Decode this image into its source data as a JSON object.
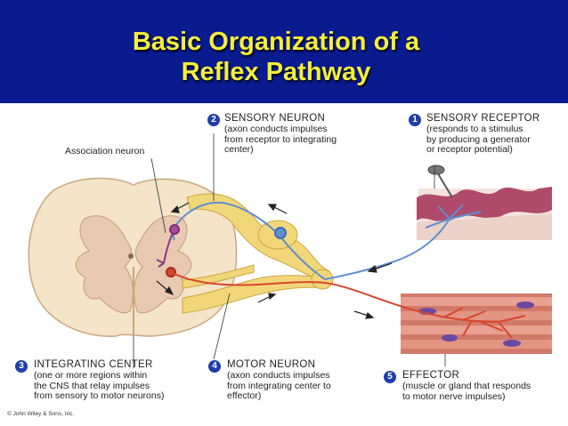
{
  "title": {
    "line1": "Basic Organization of a",
    "line2": "Reflex Pathway"
  },
  "labels": {
    "association": "Association neuron",
    "sensory_neuron": {
      "num": "2",
      "heading": "SENSORY NEURON",
      "lines": [
        "(axon conducts impulses",
        "from receptor to integrating",
        "center)"
      ]
    },
    "sensory_receptor": {
      "num": "1",
      "heading": "SENSORY RECEPTOR",
      "lines": [
        "(responds to a stimulus",
        "by producing a generator",
        "or receptor potential)"
      ]
    },
    "integrating_center": {
      "num": "3",
      "heading": "INTEGRATING CENTER",
      "lines": [
        "(one or more regions within",
        "the CNS that relay impulses",
        "from sensory to motor neurons)"
      ]
    },
    "motor_neuron": {
      "num": "4",
      "heading": "MOTOR NEURON",
      "lines": [
        "(axon conducts impulses",
        "from integrating center to",
        "effector)"
      ]
    },
    "effector": {
      "num": "5",
      "heading": "EFFECTOR",
      "lines": [
        "(muscle or gland that responds",
        "to motor nerve impulses)"
      ]
    }
  },
  "copyright": "© John Wiley & Sons, Inc.",
  "colors": {
    "header": "#0a1a8f",
    "title": "#f3ee3c",
    "sensory": "#5f8fd0",
    "motor": "#d8452e",
    "nerve": "#f2d77a",
    "badge": "#1f3fa8"
  }
}
